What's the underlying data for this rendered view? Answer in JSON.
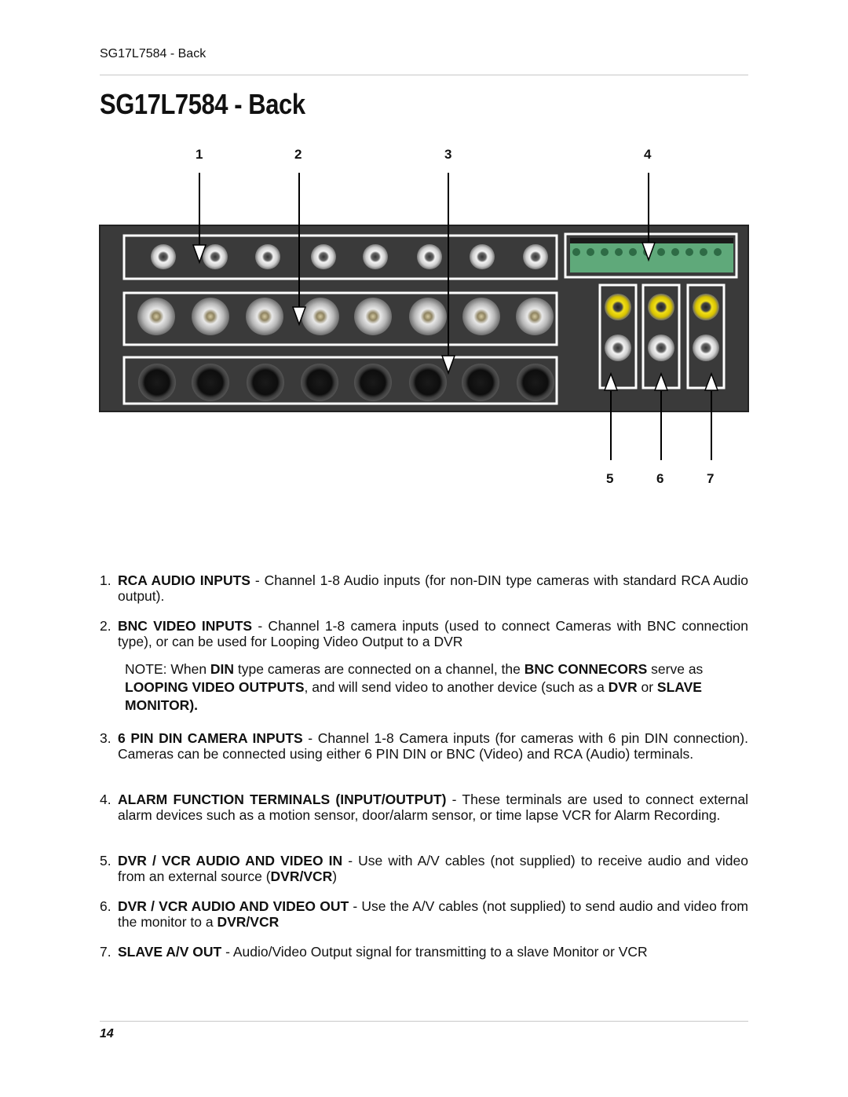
{
  "header": {
    "running_title": "SG17L7584 - Back"
  },
  "title": "SG17L7584 - Back",
  "figure": {
    "callouts_top": [
      "1",
      "2",
      "3",
      "4"
    ],
    "callouts_bottom": [
      "5",
      "6",
      "7"
    ]
  },
  "items": [
    {
      "num": "1.",
      "label": "RCA AUDIO INPUTS",
      "text": " - Channel 1-8 Audio inputs (for non-DIN type cameras with standard RCA Audio output)."
    },
    {
      "num": "2.",
      "label": "BNC VIDEO INPUTS",
      "text": " - Channel 1-8 camera inputs (used to connect Cameras with BNC connection type), or can be used for Looping Video Output to a DVR"
    },
    {
      "num": "3.",
      "label": "6 PIN DIN CAMERA INPUTS",
      "text": " - Channel 1-8 Camera inputs (for cameras with 6 pin DIN connection). Cameras can be connected using either 6 PIN DIN or BNC (Video) and RCA (Audio) terminals."
    },
    {
      "num": "4.",
      "label": "ALARM FUNCTION TERMINALS (INPUT/OUTPUT)",
      "text": " - These terminals are used to connect external alarm devices such as a motion sensor, door/alarm sensor, or time lapse VCR for Alarm Recording."
    },
    {
      "num": "5.",
      "label": "DVR / VCR AUDIO AND VIDEO IN",
      "text": " - Use with A/V cables (not supplied) to receive audio and video from an external source (",
      "label2": "DVR/VCR",
      "text2": ")"
    },
    {
      "num": "6.",
      "label": "DVR / VCR AUDIO AND VIDEO OUT",
      "text": " - Use the A/V cables (not supplied) to send audio and video from the monitor to a ",
      "label2": "DVR/VCR"
    },
    {
      "num": "7.",
      "label": "SLAVE A/V OUT",
      "text": " - Audio/Video Output signal for transmitting to a slave Monitor or VCR"
    }
  ],
  "note": {
    "p1": "NOTE: When ",
    "b1": "DIN",
    "p2": " type cameras are connected on a channel, the ",
    "b2": "BNC CONNECORS",
    "p3": " serve as ",
    "b3": "LOOPING VIDEO OUTPUTS",
    "p4": ", and will send video to another device (such as a ",
    "b4": "DVR",
    "p5": " or ",
    "b5": "SLAVE MONITOR)."
  },
  "footer": {
    "page_number": "14"
  }
}
